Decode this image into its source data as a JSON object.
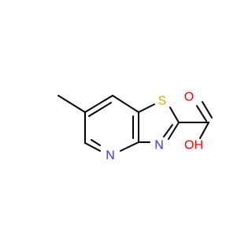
{
  "molecule": {
    "atoms": {
      "sulfur": {
        "symbol": "S",
        "color": "#c8b400"
      },
      "thiazole_nitrogen": {
        "symbol": "N",
        "color": "#3333ff"
      },
      "pyridine_nitrogen": {
        "symbol": "N",
        "color": "#3333ff"
      },
      "carbonyl_oxygen": {
        "symbol": "O",
        "color": "#ff0000"
      },
      "hydroxyl": {
        "symbol": "OH",
        "color": "#ff0000"
      }
    }
  }
}
